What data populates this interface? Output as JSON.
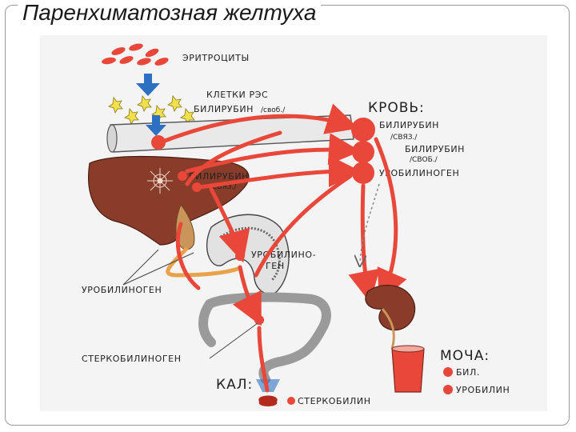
{
  "title": "Паренхиматозная желтуха",
  "labels": {
    "erythrocytes": "ЭРИТРОЦИТЫ",
    "res_cells": "КЛЕТКИ РЭС",
    "bilirubin_free_main": "БИЛИРУБИН",
    "bilirubin_free_suffix": "/своб./",
    "liver_bilirubin": "БИЛИРУБИН",
    "liver_bilirubin_suffix": "/СВЯЗ./",
    "blood_header": "КРОВЬ:",
    "blood_bil_bound": "БИЛИРУБИН",
    "blood_bil_bound_suffix": "/СВЯЗ./",
    "blood_bil_free": "БИЛИРУБИН",
    "blood_bil_free_suffix": "/СВОБ./",
    "blood_urobilinogen": "УРОБИЛИНОГЕН",
    "intestine_uro_1": "УРОБИЛИНО-",
    "intestine_uro_2": "ГЕН",
    "left_urobilinogen": "УРОБИЛИНОГЕН",
    "stercobilinogen": "СТЕРКОБИЛИНОГЕН",
    "urine_header": "МОЧА:",
    "urine_bil": "БИЛ.",
    "urine_urobilin": "УРОБИЛИН",
    "feces_header": "КАЛ:",
    "feces_stercobilin": "СТЕРКОБИЛИН"
  },
  "colors": {
    "red": "#e8473a",
    "dark_red": "#b52a1f",
    "blue": "#2d6fc0",
    "liver": "#8a3c2a",
    "vessel": "#e9e9e9",
    "background": "#f4f4f4"
  }
}
